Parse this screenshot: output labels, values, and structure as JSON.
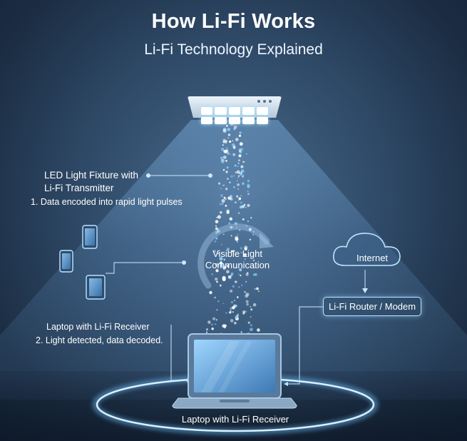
{
  "title": "How Li-Fi Works",
  "subtitle": "Li-Fi Technology Explained",
  "labels": {
    "transmitter_line1": "LED Light Fixture with",
    "transmitter_line2": "Li-Fi Transmitter",
    "step1": "1. Data encoded into rapid light pulses",
    "vlc_line1": "Visible Light",
    "vlc_line2": "Communication",
    "internet": "Internet",
    "router": "Li-Fi Router / Modem",
    "receiver": "Laptop with Li-Fi Receiver",
    "step2": "2. Light detected, data decoded.",
    "laptop_caption": "Laptop with Li-Fi Receiver"
  },
  "icons": {
    "fixture": "led-light-fixture-icon",
    "phone": "smartphone-icon",
    "tablet": "tablet-icon",
    "cloud": "cloud-icon",
    "laptop": "laptop-icon"
  },
  "colors": {
    "background": "#2f4a68",
    "accent": "#8fd2ff",
    "glow": "#bfe6ff"
  }
}
